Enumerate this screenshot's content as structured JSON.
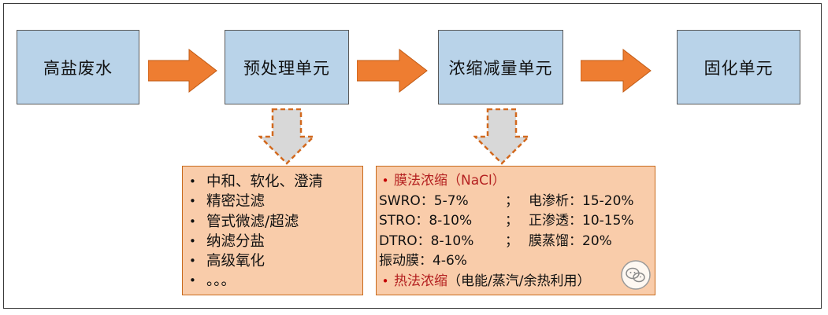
{
  "stages": [
    {
      "label": "高盐废水"
    },
    {
      "label": "预处理单元"
    },
    {
      "label": "浓缩减量单元"
    },
    {
      "label": "固化单元"
    }
  ],
  "pretreatment": {
    "items": [
      "中和、软化、澄清",
      "精密过滤",
      "管式微滤/超滤",
      "纳滤分盐",
      "高级氧化",
      "。。。"
    ]
  },
  "concentration": {
    "membrane_heading": "膜法浓缩（NaCl）",
    "rows": [
      {
        "left": "SWRO：5-7%",
        "sep": "；",
        "right": "电渗析：15-20%"
      },
      {
        "left": "STRO：8-10%",
        "sep": "；",
        "right": "正渗透：10-15%"
      },
      {
        "left": "DTRO：8-10%",
        "sep": "；",
        "right": "膜蒸馏：20%"
      }
    ],
    "vibration": "振动膜：4-6%",
    "thermal_heading": "热法浓缩",
    "thermal_note": "（电能/蒸汽/余热利用）"
  },
  "colors": {
    "stage_fill": "#b9d3e9",
    "arrow_fill": "#ee7d31",
    "detail_fill": "#f9ccaa",
    "heading_red": "#b42020"
  }
}
